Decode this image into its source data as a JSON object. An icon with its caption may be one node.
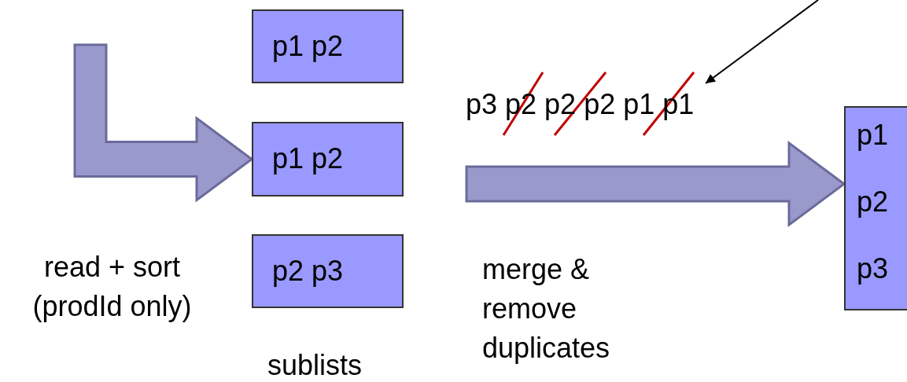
{
  "diagram": {
    "nodes": [
      {
        "text": [
          "p1 p2"
        ]
      },
      {
        "text": [
          "p1 p2"
        ]
      },
      {
        "text": [
          "p2 p3"
        ]
      },
      {
        "text": [
          "p1",
          "p2",
          "p3"
        ]
      },
      {
        "text": [
          "p3 p2 p2 p2 p1 p1"
        ]
      }
    ],
    "edges": [
      {
        "from": null,
        "to": 1,
        "arrow": "to",
        "style": "thick"
      },
      {
        "from": 1,
        "to": 3,
        "arrow": "to",
        "style": "thick"
      },
      {
        "from": null,
        "to": 4,
        "arrow": "to"
      }
    ],
    "labels": [
      "read + sort (prodId only)",
      "sublists",
      "merge & remove duplicates"
    ]
  }
}
